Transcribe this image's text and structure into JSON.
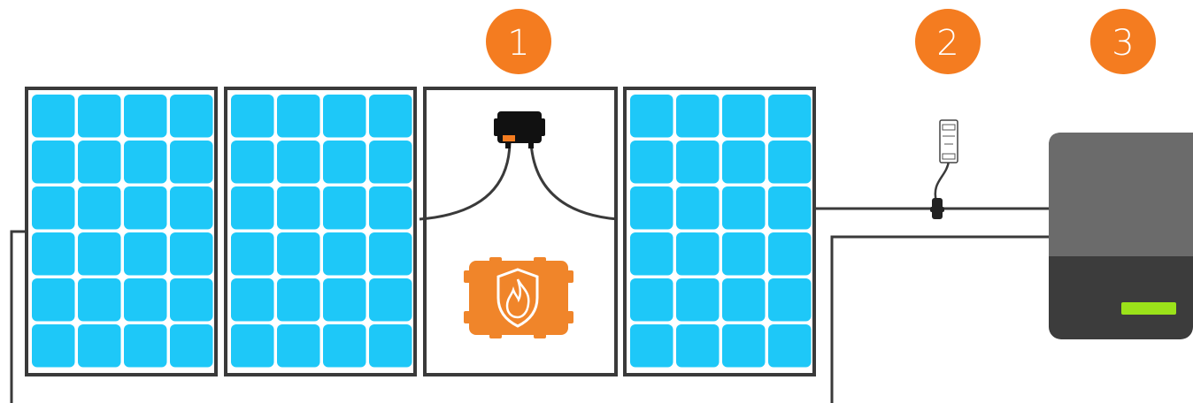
{
  "badges": [
    {
      "number": "1",
      "color": "#f47c20"
    },
    {
      "number": "2",
      "color": "#f47c20"
    },
    {
      "number": "3",
      "color": "#f47c20"
    }
  ],
  "colors": {
    "panel_frame": "#3a3a3a",
    "cell": "#1ec8f8",
    "wire": "#3a3a3a",
    "shutdown_box": "#111111",
    "fire_box": "#f0852a",
    "inverter_top": "#6b6b6b",
    "inverter_bottom": "#3c3c3c",
    "inverter_led": "#9be21a"
  },
  "icons": {
    "rapid_shutdown": "junction-box-icon",
    "fire_safety": "fire-shield-icon",
    "transmitter": "din-rail-transmitter-icon",
    "inverter": "inverter-icon"
  }
}
